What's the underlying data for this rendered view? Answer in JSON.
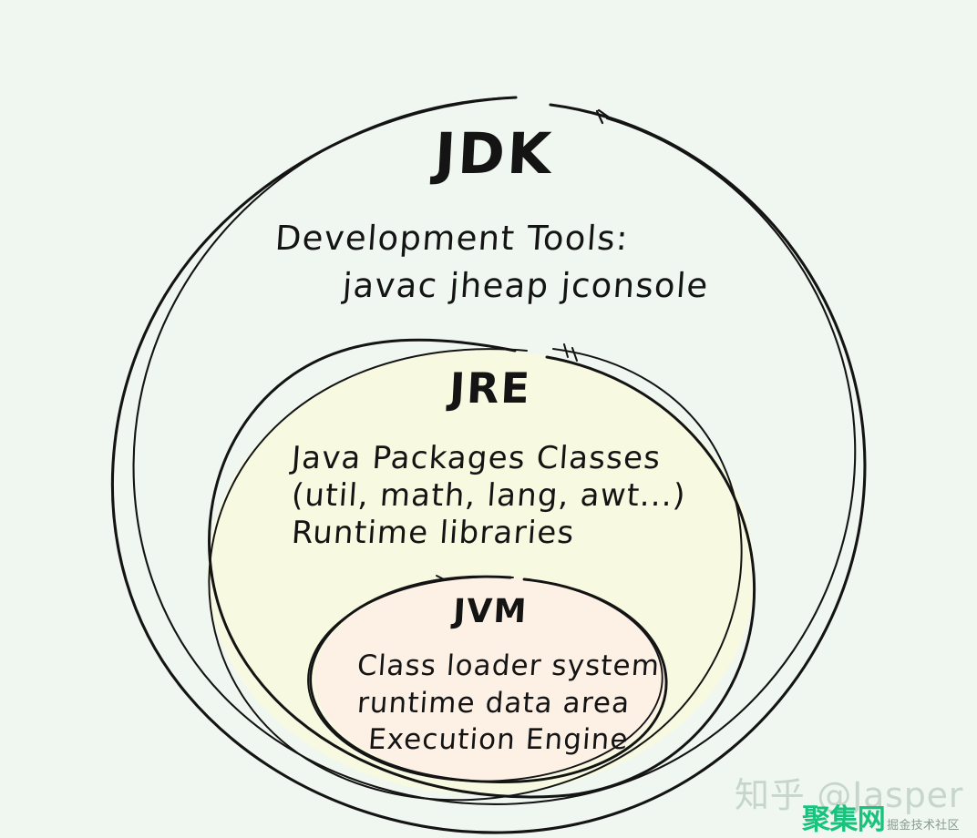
{
  "diagram": {
    "title": "JDK / JRE / JVM nested containment diagram",
    "style": "hand-drawn sketch",
    "background_color": "#eff7f0"
  },
  "rings": {
    "jdk": {
      "title": "JDK",
      "fill_color": "#eff7f0",
      "stroke_color": "#141414",
      "lines": [
        "Development Tools:",
        "javac jheap jconsole"
      ]
    },
    "jre": {
      "title": "JRE",
      "fill_color": "#f7fae0",
      "stroke_color": "#141414",
      "lines": [
        "Java Packages Classes",
        "(util, math, lang, awt...)",
        "Runtime libraries"
      ]
    },
    "jvm": {
      "title": "JVM",
      "fill_color": "#fdf1e6",
      "stroke_color": "#141414",
      "lines": [
        "Class loader system",
        "runtime data area",
        "Execution Engine"
      ]
    }
  },
  "watermarks": {
    "zhihu": "知乎 @Jasper",
    "juji_main": "聚集网",
    "juji_sub": "掘金技术社区",
    "juji_color": "#19c37d",
    "zhihu_color": "#c6d6cb"
  }
}
